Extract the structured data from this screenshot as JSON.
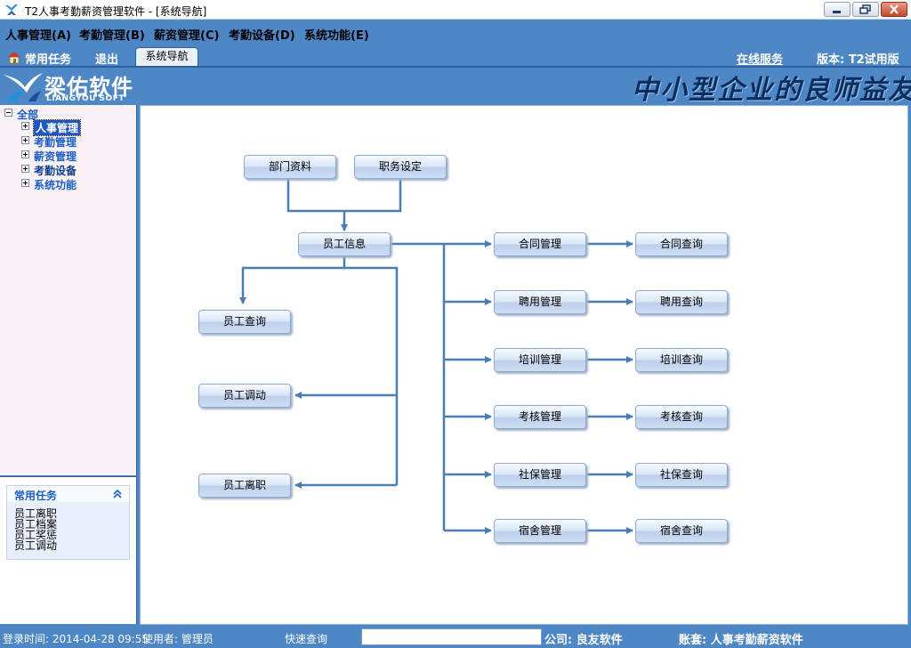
{
  "window": {
    "title": "T2人事考勤薪资管理软件 - [系统导航]"
  },
  "menu": [
    {
      "label": "人事管理(A)"
    },
    {
      "label": "考勤管理(B)"
    },
    {
      "label": "薪资管理(C)"
    },
    {
      "label": "考勤设备(D)"
    },
    {
      "label": "系统功能(E)"
    }
  ],
  "toolbar": {
    "common_tasks": "常用任务",
    "exit": "退出",
    "active_tab": "系统导航",
    "online_service": "在线服务",
    "version": "版本: T2试用版"
  },
  "banner": {
    "logo_main": "梁佑软件",
    "logo_sub": "LIANGYOU SOFT",
    "slogan": "中小型企业的良师益友"
  },
  "tree": {
    "root": "全部",
    "items": [
      {
        "label": "人事管理"
      },
      {
        "label": "考勤管理"
      },
      {
        "label": "薪资管理"
      },
      {
        "label": "考勤设备"
      },
      {
        "label": "系统功能"
      }
    ]
  },
  "tasks": {
    "title": "常用任务",
    "items": [
      "员工离职",
      "员工档案",
      "员工奖惩",
      "员工调动"
    ]
  },
  "flow": {
    "dept": "部门资料",
    "position": "职务设定",
    "employee_info": "员工信息",
    "emp_query": "员工查询",
    "emp_transfer": "员工调动",
    "emp_leave": "员工离职",
    "contract_mgmt": "合同管理",
    "contract_query": "合同查询",
    "hire_mgmt": "聘用管理",
    "hire_query": "聘用查询",
    "train_mgmt": "培训管理",
    "train_query": "培训查询",
    "assess_mgmt": "考核管理",
    "assess_query": "考核查询",
    "social_mgmt": "社保管理",
    "social_query": "社保查询",
    "dorm_mgmt": "宿舍管理",
    "dorm_query": "宿舍查询"
  },
  "status": {
    "login_time": "登录时间: 2014-04-28 09:55",
    "user": "使用者: 管理员",
    "quick_search_label": "快速查询",
    "quick_search_value": "",
    "company": "公司: 良友软件",
    "account": "账套: 人事考勤薪资软件"
  },
  "colors": {
    "frame": "#4e87c5",
    "accent": "#2c5ea0",
    "tree_text": "#1a5fc6",
    "node_border": "#8eaad4",
    "line": "#4a7db5"
  }
}
